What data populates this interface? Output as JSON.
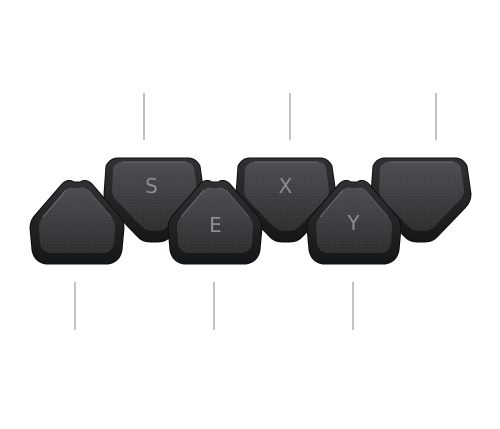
{
  "colors": {
    "background": "#ffffff",
    "callout_line": "#9a9a9a",
    "key_outer": "#2b2c2e",
    "key_edge": "#111213",
    "key_face": "#3a3b3d",
    "key_face_light": "#4c4d50",
    "key_highlight": "#6c6d70",
    "letter": "#8c8d90"
  },
  "keys": [
    {
      "id": "key-1",
      "letter": ""
    },
    {
      "id": "key-2",
      "letter": "S"
    },
    {
      "id": "key-3",
      "letter": "E"
    },
    {
      "id": "key-4",
      "letter": "X"
    },
    {
      "id": "key-5",
      "letter": "Y"
    },
    {
      "id": "key-6",
      "letter": ""
    }
  ]
}
